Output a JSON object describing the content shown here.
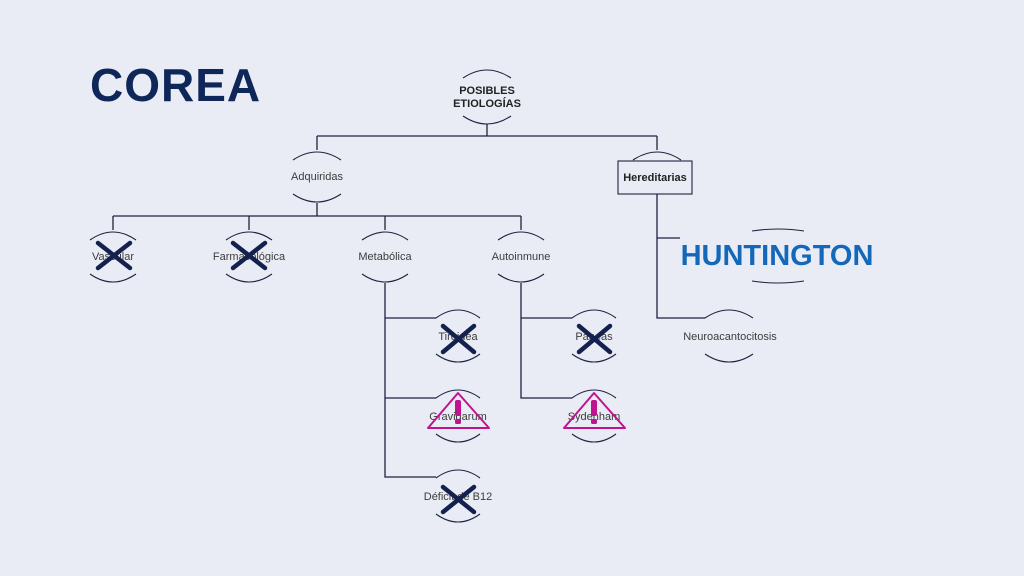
{
  "title": "COREA",
  "root": {
    "line1": "POSIBLES",
    "line2": "ETIOLOGÍAS"
  },
  "branches": {
    "adquiridas": "Adquiridas",
    "hereditarias": "Hereditarias"
  },
  "adquiridas_children": {
    "vascular": "Vascular",
    "farmacologica": "Farmacológica",
    "metabolica": "Metabólica",
    "autoinmune": "Autoinmune"
  },
  "metabolica_children": {
    "tiroidea": "Tiroidea",
    "gravidarum": "Gravidarum",
    "deficit_b12": "Déficit de B12"
  },
  "autoinmune_children": {
    "paneas": "Paneas",
    "sydenham": "Sydenham"
  },
  "hereditarias_children": {
    "huntington": "HUNTINGTON",
    "neuroacantocitosis": "Neuroacantocitosis"
  },
  "markers": {
    "ruled_out": "x-mark-icon",
    "warning": "warning-icon"
  },
  "colors": {
    "title": "#0f2658",
    "huntington": "#1368b9",
    "x_mark": "#14214e",
    "warning": "#c0138f",
    "background": "#e9ecf4"
  }
}
